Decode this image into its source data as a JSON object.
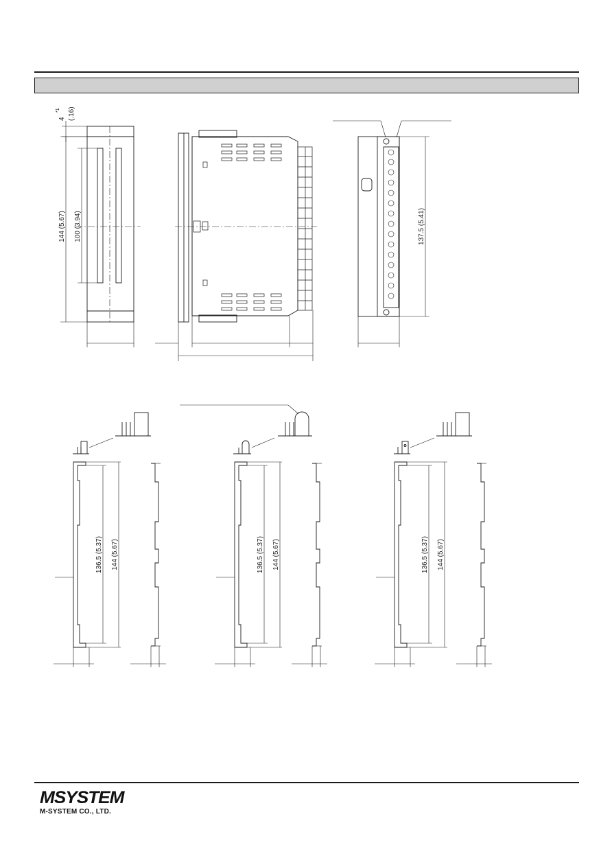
{
  "dims": {
    "gap_4": "4",
    "gap_4_sup": "*1",
    "gap_4_in": "(.16)",
    "height_144": "144 (5.67)",
    "window_100": "100 (3.94)",
    "terminal_137_5": "137.5 (5.41)",
    "bracket_136_5": "136.5 (5.37)",
    "bracket_144": "144 (5.67)"
  },
  "footer": {
    "logo": "MSYSTEM",
    "company": "M-SYSTEM CO., LTD."
  }
}
